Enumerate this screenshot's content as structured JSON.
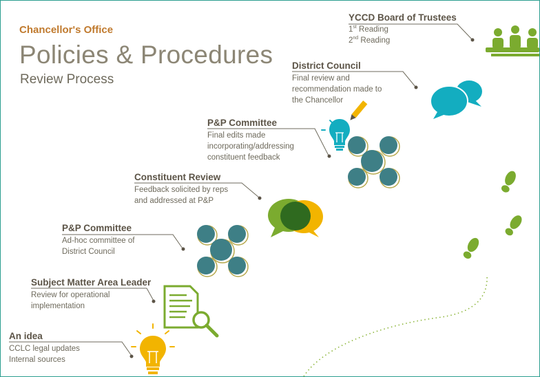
{
  "header": {
    "office": "Chancellor's Office",
    "title": "Policies & Procedures",
    "subtitle": "Review Process"
  },
  "stages": [
    {
      "heading": "An idea",
      "lines": [
        "CCLC legal updates",
        "Internal sources"
      ],
      "icon": "lightbulb-icon"
    },
    {
      "heading": "Subject Matter Area Leader",
      "lines": [
        "Review for operational",
        "implementation"
      ],
      "icon": "document-search-icon"
    },
    {
      "heading": "P&P Committee",
      "lines": [
        "Ad-hoc committee of",
        "District Council"
      ],
      "icon": "network-circles-icon"
    },
    {
      "heading": "Constituent Review",
      "lines": [
        "Feedback solicited by reps",
        "and addressed at P&P"
      ],
      "icon": "speech-bubbles-icon"
    },
    {
      "heading": "P&P Committee",
      "lines": [
        "Final edits made",
        "incorporating/addressing",
        "constituent feedback"
      ],
      "icon": "lightbulb-pencil-icon"
    },
    {
      "heading": "District Council",
      "lines": [
        "Final review and",
        "recommendation made to",
        "the Chancellor"
      ],
      "icon": "chat-bubbles-icon"
    },
    {
      "heading": "YCCD Board of Trustees",
      "lines": [
        {
          "num": "1",
          "sup": "st",
          "text": " Reading"
        },
        {
          "num": "2",
          "sup": "nd",
          "text": " Reading"
        }
      ],
      "icon": "meeting-people-icon"
    }
  ],
  "colors": {
    "accent": "#c07a2e",
    "teal": "#3e7f86",
    "green": "#7bab2f",
    "cyan": "#13adc0",
    "yellow": "#f2b400",
    "text": "#6e6a5c"
  },
  "decorations": [
    "footprints-icon",
    "dotted-path"
  ]
}
